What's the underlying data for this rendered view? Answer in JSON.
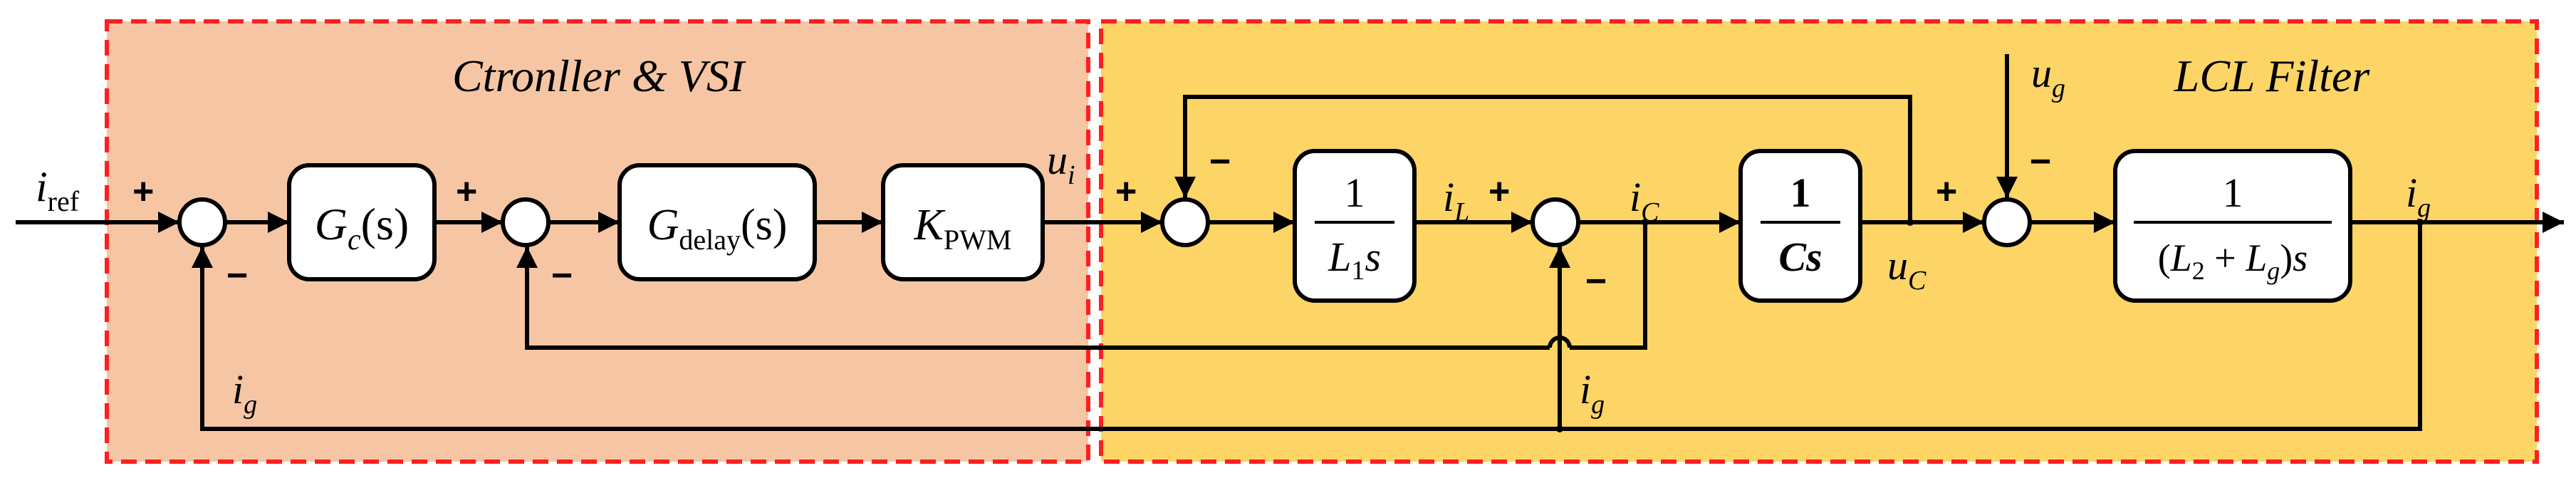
{
  "colors": {
    "controller_region_fill": "#f6c6a4",
    "filter_region_fill": "#fdd566",
    "region_border": "#ff1f1f",
    "line": "#000000"
  },
  "regions": {
    "controller": {
      "title": "Ctronller & VSI"
    },
    "filter": {
      "title": "LCL Filter"
    }
  },
  "signals": {
    "i_ref": {
      "main": "i",
      "sub": "ref"
    },
    "u_i": {
      "main": "u",
      "sub": "i"
    },
    "i_L": {
      "main": "i",
      "sub": "L"
    },
    "i_C": {
      "main": "i",
      "sub": "C"
    },
    "u_C": {
      "main": "u",
      "sub": "C"
    },
    "u_g": {
      "main": "u",
      "sub": "g"
    },
    "i_g_out": {
      "main": "i",
      "sub": "g"
    },
    "i_g_fb_left": {
      "main": "i",
      "sub": "g"
    },
    "i_g_fb_mid": {
      "main": "i",
      "sub": "g"
    }
  },
  "blocks": {
    "Gc": {
      "main": "G",
      "sub": "c",
      "arg": "(s)"
    },
    "Gdelay": {
      "main": "G",
      "sub": "delay",
      "arg": "(s)"
    },
    "Kpwm": {
      "main": "K",
      "sub": "PWM"
    },
    "inductor1": {
      "num": "1",
      "den_main": "L",
      "den_sub": "1",
      "den_s": "s"
    },
    "capacitor": {
      "num": "1",
      "den": "Cs"
    },
    "grid": {
      "num": "1",
      "den_open": "(",
      "den_l2": "L",
      "den_l2_sub": "2",
      "den_plus": " + ",
      "den_lg": "L",
      "den_lg_sub": "g",
      "den_close": ")",
      "den_s": "s"
    }
  },
  "signs": {
    "sum1_plus": "+",
    "sum1_minus": "−",
    "sum2_plus": "+",
    "sum2_minus": "−",
    "sum3_plus": "+",
    "sum3_minus": "−",
    "sum4_plus": "+",
    "sum4_minus": "−",
    "sum5_plus": "+",
    "sum5_minus": "−"
  }
}
